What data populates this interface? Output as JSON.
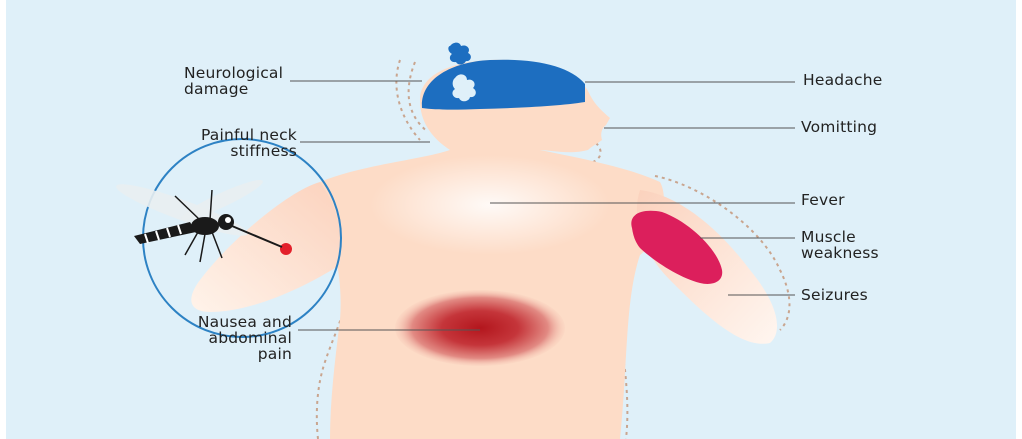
{
  "labels": {
    "neurological_damage": [
      "Neurological",
      "damage"
    ],
    "painful_neck_stiffness": [
      "Painful neck",
      "stiffness"
    ],
    "nausea_abdominal_pain": [
      "Nausea and",
      "abdominal",
      "pain"
    ],
    "headache": "Headache",
    "vomitting": "Vomitting",
    "fever": "Fever",
    "muscle_weakness": [
      "Muscle",
      "weakness"
    ],
    "seizures": "Seizures"
  },
  "colors": {
    "background": "#dff0f9",
    "skin": "#fddcc7",
    "skin_light": "#fff3ec",
    "headache_blue": "#1d6ec0",
    "muscle_red": "#dc1f5c",
    "abdomen_red": "#b3161d",
    "bite_red": "#e3202b",
    "leader_line": "#555555",
    "circle": "#2d82c4"
  },
  "icons": [
    "mosquito-icon",
    "splash-icon",
    "bite-mark-icon"
  ]
}
